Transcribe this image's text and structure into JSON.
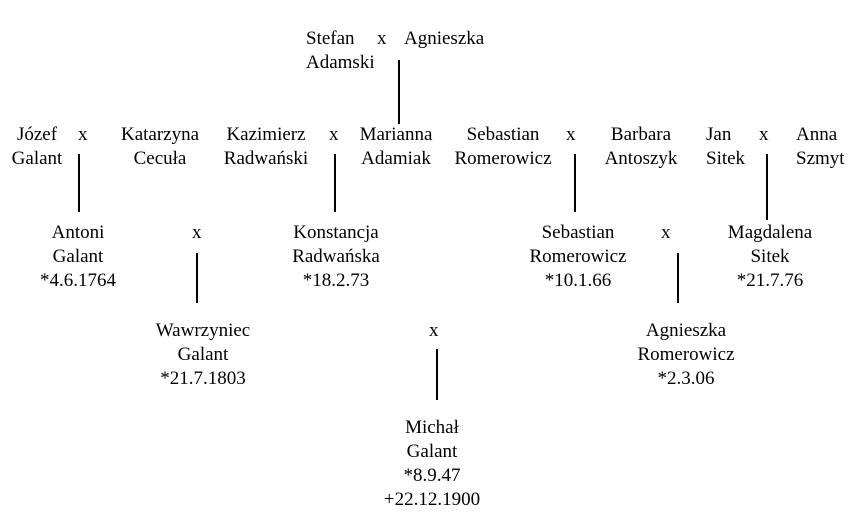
{
  "gen1": {
    "stefan": {
      "first": "Stefan",
      "last": "Adamski"
    },
    "x": "x",
    "agnieszka": {
      "first": "Agnieszka"
    }
  },
  "gen2": {
    "jozef": {
      "first": "Józef",
      "last": "Galant"
    },
    "x1": "x",
    "katarzyna": {
      "first": "Katarzyna",
      "last": "Cecuła"
    },
    "kazimierz": {
      "first": "Kazimierz",
      "last": "Radwański"
    },
    "x2": "x",
    "marianna": {
      "first": "Marianna",
      "last": "Adamiak"
    },
    "sebastian": {
      "first": "Sebastian",
      "last": "Romerowicz"
    },
    "x3": "x",
    "barbara": {
      "first": "Barbara",
      "last": "Antoszyk"
    },
    "jan": {
      "first": "Jan",
      "last": "Sitek"
    },
    "x4": "x",
    "anna": {
      "first": "Anna",
      "last": "Szmyt"
    }
  },
  "gen3": {
    "antoni": {
      "first": "Antoni",
      "last": "Galant",
      "birth": "*4.6.1764"
    },
    "x1": "x",
    "konstancja": {
      "first": "Konstancja",
      "last": "Radwańska",
      "birth": "*18.2.73"
    },
    "sebastian": {
      "first": "Sebastian",
      "last": "Romerowicz",
      "birth": "*10.1.66"
    },
    "x2": "x",
    "magdalena": {
      "first": "Magdalena",
      "last": "Sitek",
      "birth": "*21.7.76"
    }
  },
  "gen4": {
    "wawrzyniec": {
      "first": "Wawrzyniec",
      "last": "Galant",
      "birth": "*21.7.1803"
    },
    "x": "x",
    "agnieszka": {
      "first": "Agnieszka",
      "last": "Romerowicz",
      "birth": "*2.3.06"
    }
  },
  "gen5": {
    "michal": {
      "first": "Michał",
      "last": "Galant",
      "birth": "*8.9.47",
      "death": "+22.12.1900"
    }
  }
}
